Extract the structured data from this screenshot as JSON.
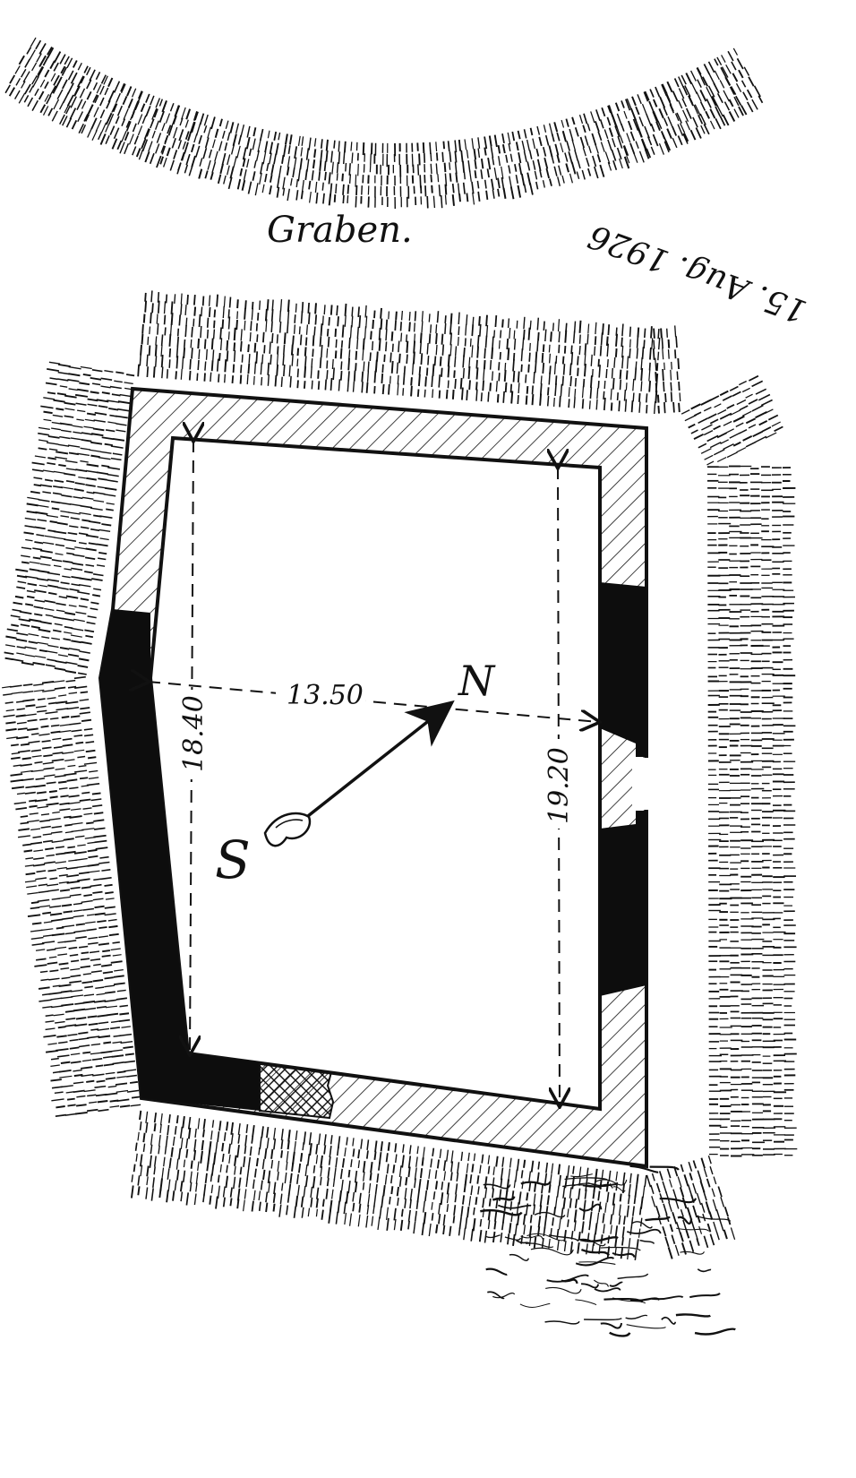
{
  "labels": {
    "ditch": "Graben.",
    "date": "15. Aug. 1926",
    "north": "N",
    "south": "S"
  },
  "dimensions": {
    "width": "13.50",
    "length_west": "18.40",
    "length_east": "19.20"
  },
  "colors": {
    "ink": "#111111",
    "paper": "#ffffff"
  }
}
